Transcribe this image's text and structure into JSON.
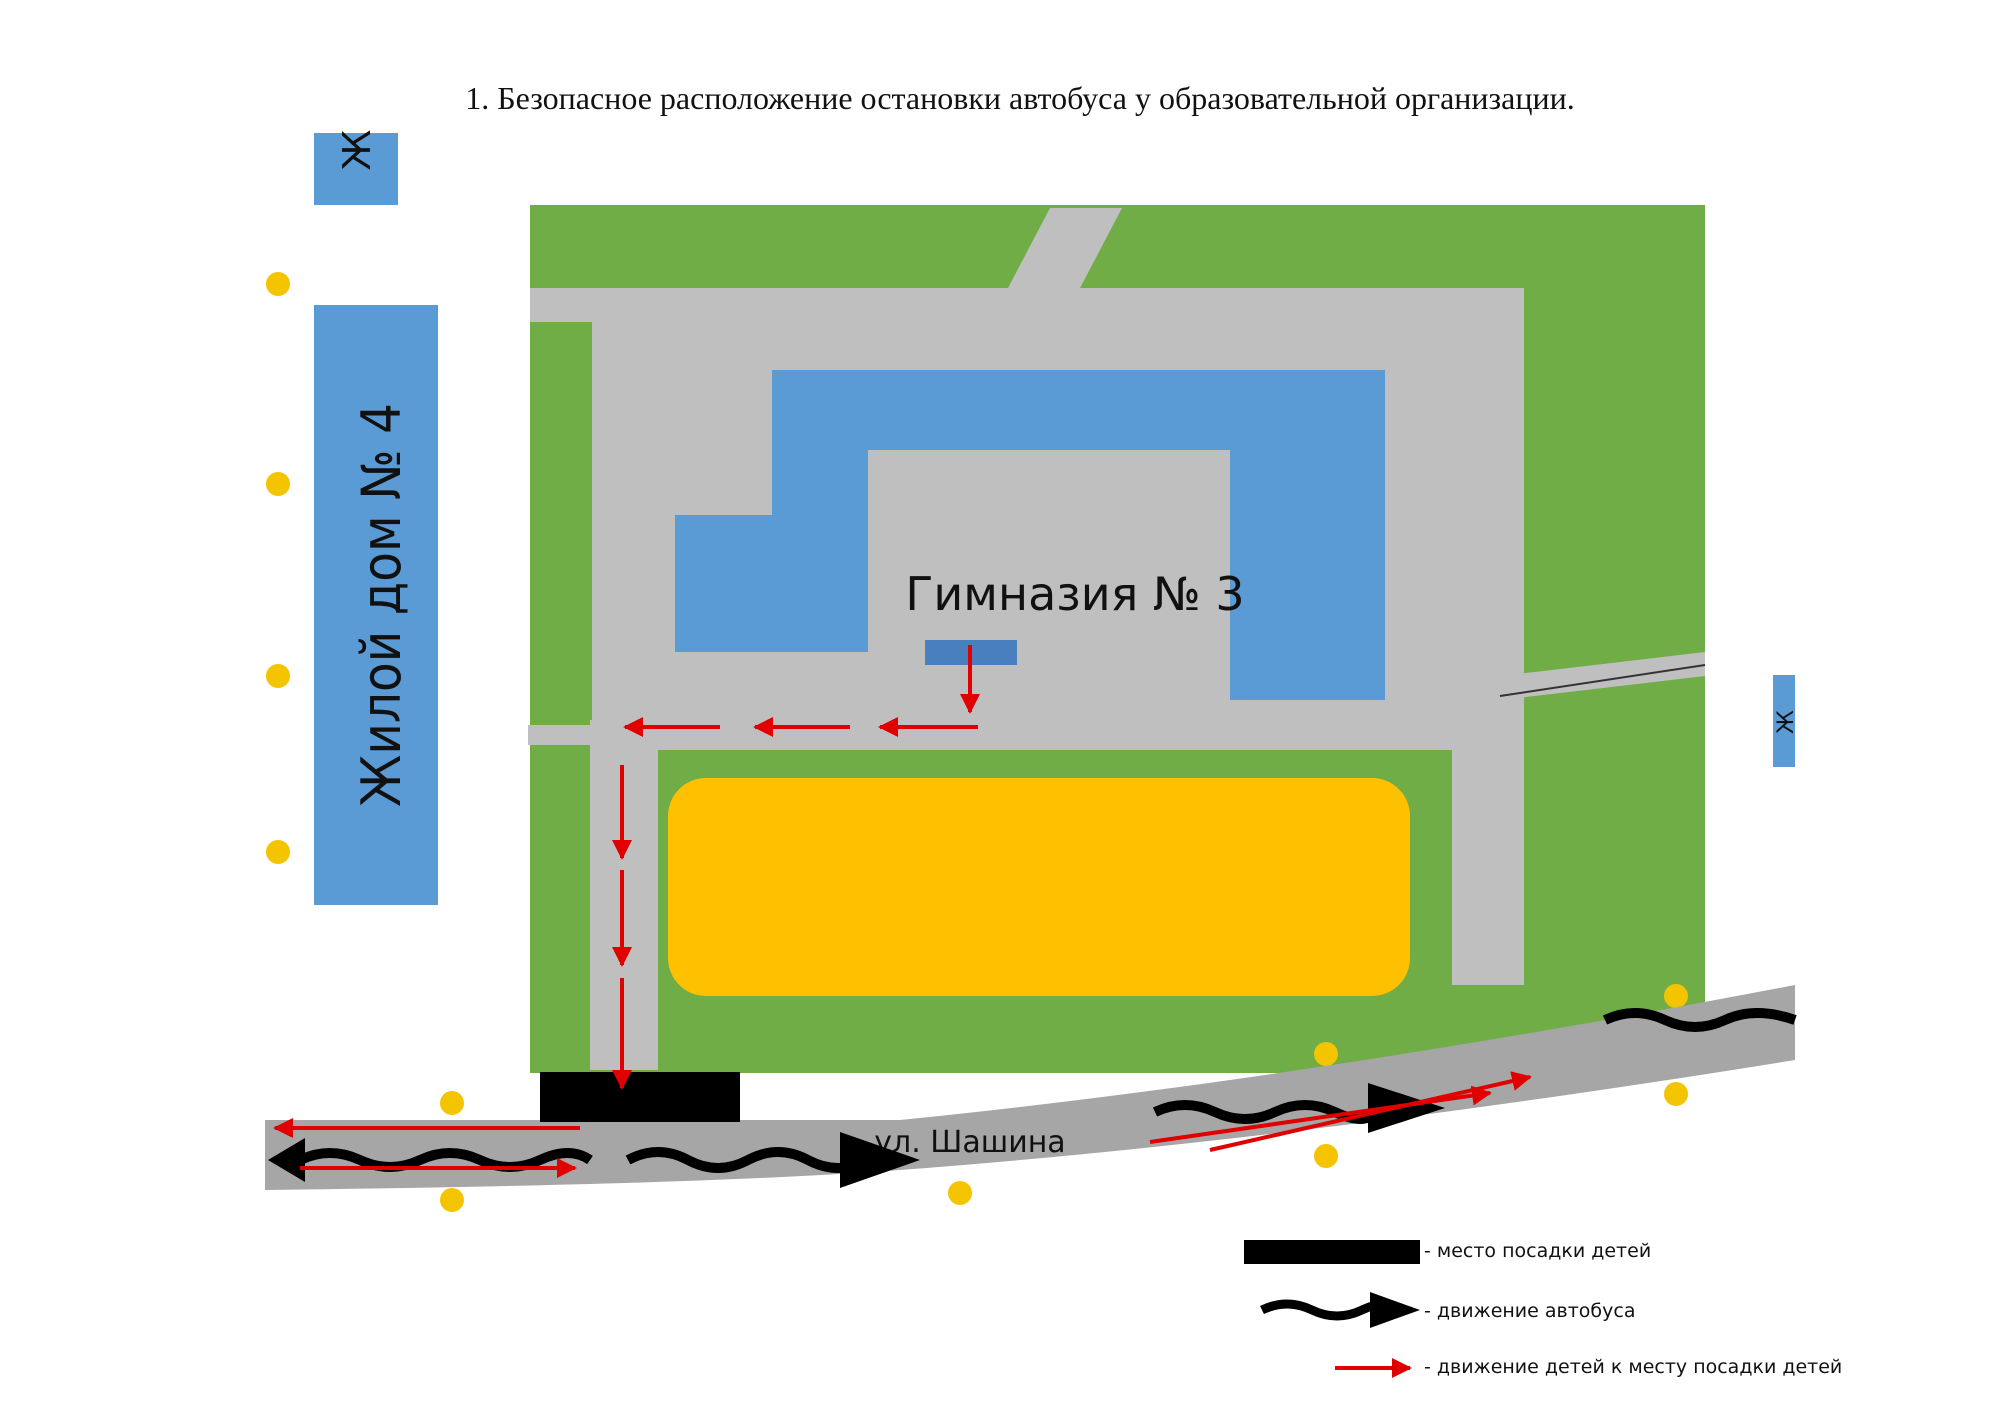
{
  "title": "1. Безопасное расположение остановки автобуса у образовательной организации.",
  "map": {
    "school_label": "Гимназия № 3",
    "house_label": "Жилой дом № 4",
    "street_label": "ул. Шашина",
    "top_house_fragment": "Ж",
    "right_house_fragment": "Ж"
  },
  "legend": {
    "boarding": "- место посадки детей",
    "bus": "- движение автобуса",
    "children": "- движение детей к месту посадки детей"
  },
  "colors": {
    "grass": "#70ad47",
    "building": "#5b9bd5",
    "paving": "#bfbfbf",
    "field": "#ffc000",
    "road": "#a6a6a6",
    "arrow": "#e00000",
    "marker": "#f5c400"
  }
}
